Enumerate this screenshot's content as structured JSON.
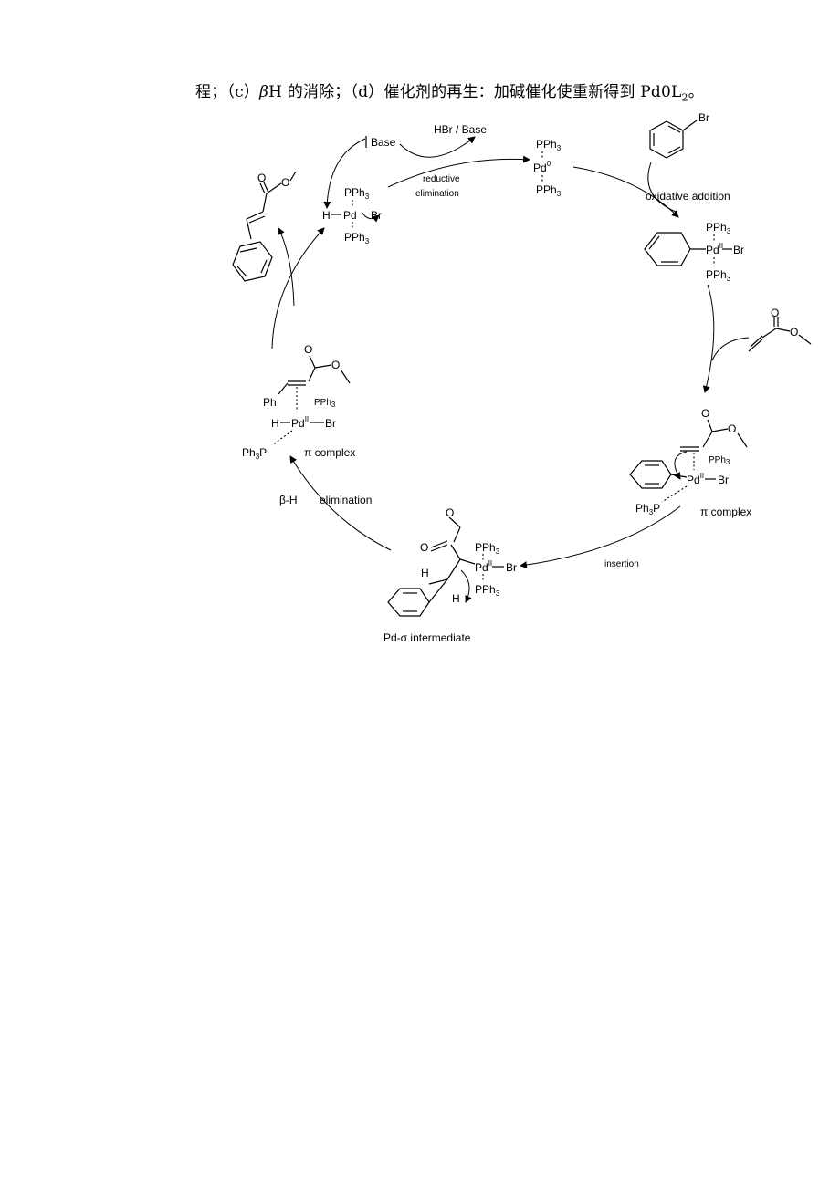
{
  "intro": {
    "prefix": "程；（c）",
    "beta": "β",
    "betaH": "H 的消除；（d）催化剂的再生：加碱催化使重新得到 Pd0L",
    "sub": "2",
    "suffix": "。"
  },
  "labels": {
    "hbr_base": "HBr / Base",
    "base": "Base",
    "reductive": "reductive",
    "elimination_word": "elimination",
    "oxidative_addition": "oxidative addition",
    "insertion": "insertion",
    "beta_h": "β-H",
    "beta_elimination": "elimination",
    "pi_complex_left": "π  complex",
    "pi_complex_right": "π  complex",
    "pd_sigma": "Pd-σ intermediate"
  },
  "atoms": {
    "pph3": "PPh",
    "three": "3",
    "pd": "Pd",
    "zero": "0",
    "two": "II",
    "br": "Br",
    "h": "H",
    "o": "O",
    "ph": "Ph",
    "ph3p": "Ph",
    "p": "P"
  }
}
